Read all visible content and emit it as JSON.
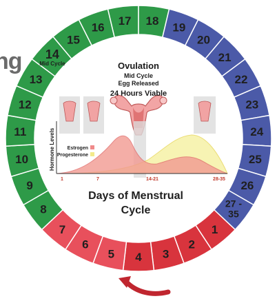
{
  "clipped_heading": "ng",
  "ovulation": {
    "title": "Ovulation",
    "line1": "Mid Cycle",
    "line2": "Egg Released",
    "viable": "24 Hours Viable"
  },
  "center_title_line1": "Days of Menstrual",
  "center_title_line2": "Cycle",
  "ring": {
    "colors": {
      "green": "#2e9a48",
      "blue": "#4b5aa8",
      "red": "#d8343d",
      "pink": "#e8505c"
    },
    "mid_cycle_label": "Mid Cycle",
    "segments": [
      {
        "label": "1",
        "color": "red"
      },
      {
        "label": "2",
        "color": "red"
      },
      {
        "label": "3",
        "color": "red"
      },
      {
        "label": "4",
        "color": "red"
      },
      {
        "label": "5",
        "color": "pink"
      },
      {
        "label": "6",
        "color": "pink"
      },
      {
        "label": "7",
        "color": "pink"
      },
      {
        "label": "8",
        "color": "green"
      },
      {
        "label": "9",
        "color": "green"
      },
      {
        "label": "10",
        "color": "green"
      },
      {
        "label": "11",
        "color": "green"
      },
      {
        "label": "12",
        "color": "green"
      },
      {
        "label": "13",
        "color": "green"
      },
      {
        "label": "14",
        "color": "green"
      },
      {
        "label": "15",
        "color": "green"
      },
      {
        "label": "16",
        "color": "green"
      },
      {
        "label": "17",
        "color": "green"
      },
      {
        "label": "18",
        "color": "green"
      },
      {
        "label": "19",
        "color": "blue"
      },
      {
        "label": "20",
        "color": "blue"
      },
      {
        "label": "21",
        "color": "blue"
      },
      {
        "label": "22",
        "color": "blue"
      },
      {
        "label": "23",
        "color": "blue"
      },
      {
        "label": "24",
        "color": "blue"
      },
      {
        "label": "25",
        "color": "blue"
      },
      {
        "label": "26",
        "color": "blue"
      },
      {
        "label": "27 - 35",
        "color": "blue"
      }
    ]
  },
  "chart": {
    "ylabel": "Hormone Levels",
    "legend": [
      {
        "name": "Estrogen",
        "color": "#f08a8a"
      },
      {
        "name": "Progesterone",
        "color": "#f3ea8a"
      }
    ],
    "ticks": [
      "1",
      "7",
      "14-21",
      "28-35"
    ]
  },
  "arrow_icon": "curved-arrow-icon",
  "uterus_icon": "uterus-icon"
}
